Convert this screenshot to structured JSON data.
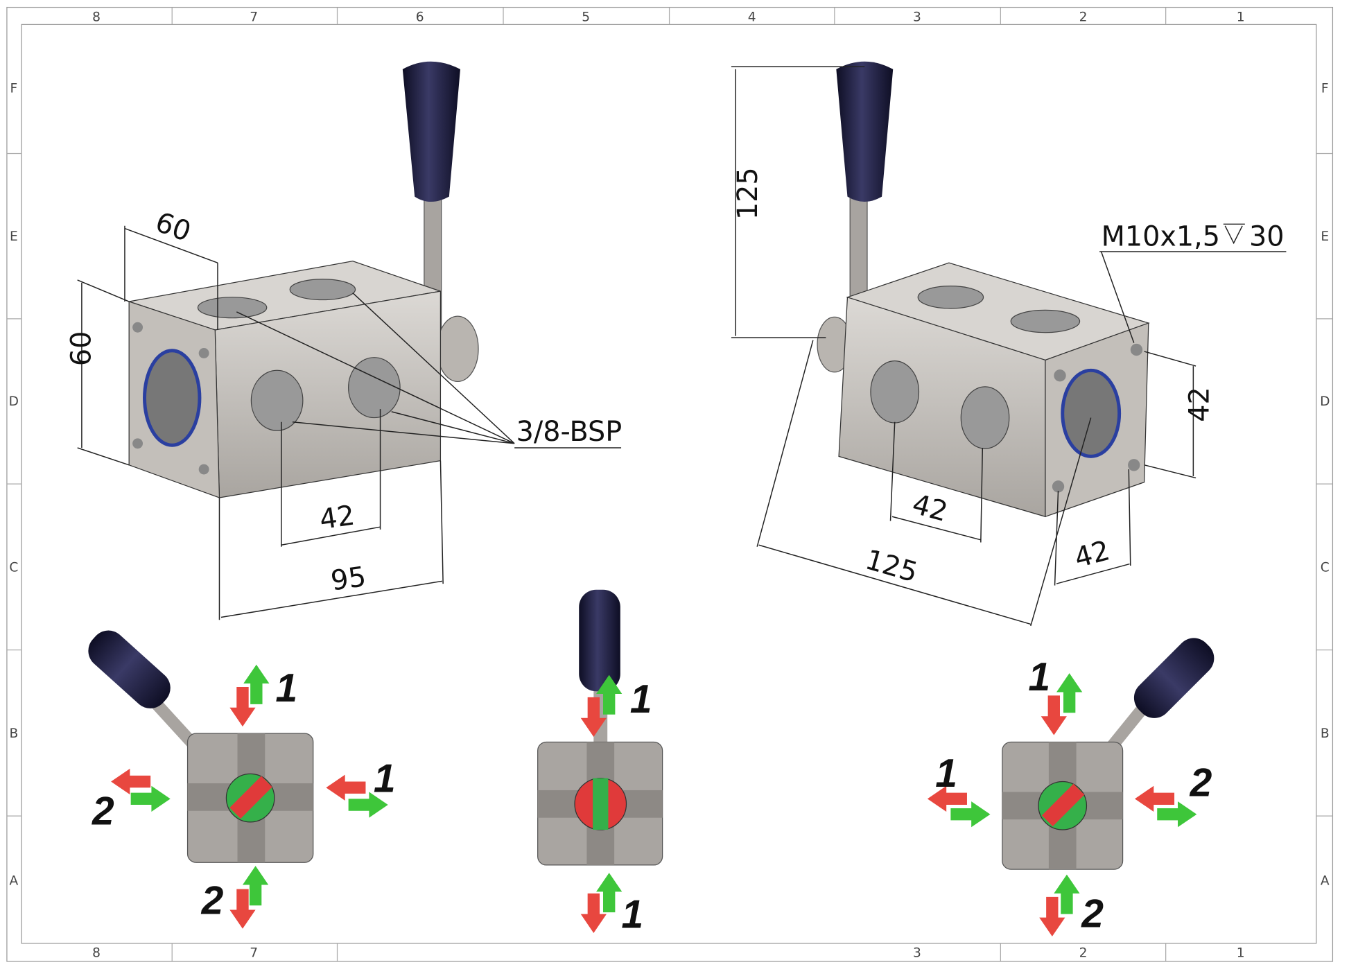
{
  "border": {
    "top_columns": [
      "8",
      "7",
      "6",
      "5",
      "4",
      "3",
      "2",
      "1"
    ],
    "bottom_columns_left": [
      "8",
      "7"
    ],
    "bottom_columns_right": [
      "3",
      "2",
      "1"
    ],
    "rows": [
      "F",
      "E",
      "D",
      "C",
      "B",
      "A"
    ]
  },
  "left_view": {
    "dim_width": "60",
    "dim_height": "60",
    "dim_port_spacing": "42",
    "dim_length": "95",
    "port_callout": "3/8-BSP"
  },
  "right_view": {
    "dim_lever_height": "125",
    "thread_callout": "M10x1,5",
    "thread_depth": "30",
    "dim_bolt_vertical": "42",
    "dim_bolt_horizontal": "42",
    "dim_port_spacing": "42",
    "dim_length": "125"
  },
  "positions": {
    "left": {
      "top": "1",
      "right": "1",
      "left": "2",
      "bottom": "2"
    },
    "center": {
      "top": "1",
      "bottom": "1"
    },
    "right": {
      "top": "1",
      "left": "1",
      "right": "2",
      "bottom": "2"
    }
  },
  "colors": {
    "flow_in": "#e8473f",
    "flow_out": "#3ec63a",
    "handle": "#1c1c3a",
    "body": "#c9c6c2"
  }
}
